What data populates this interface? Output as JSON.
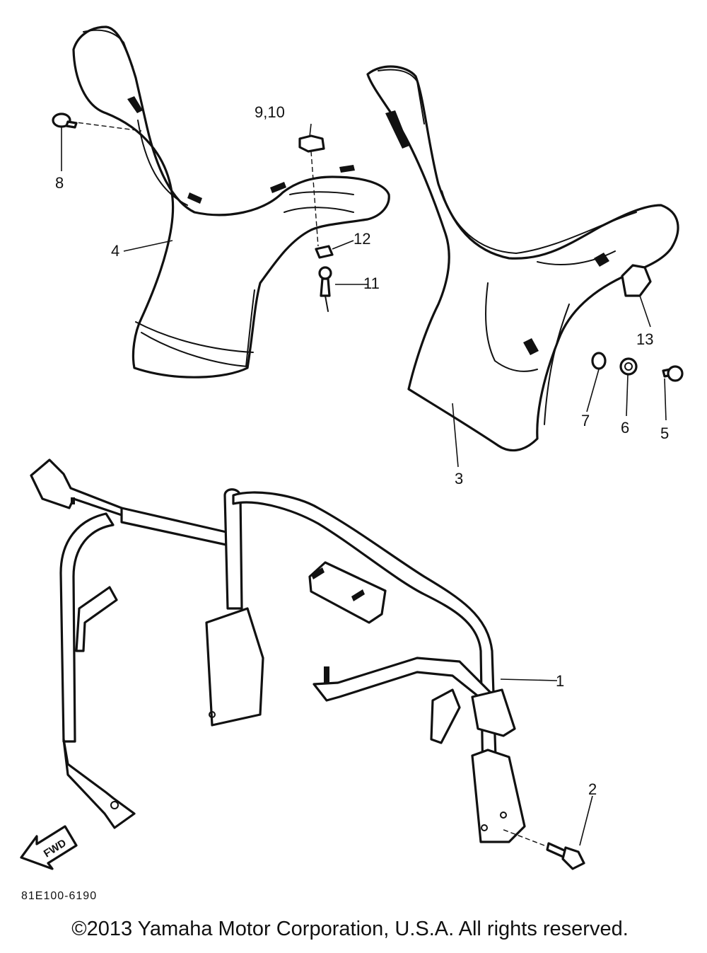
{
  "callouts": {
    "p1": "1",
    "p2": "2",
    "p3": "3",
    "p4": "4",
    "p5": "5",
    "p6": "6",
    "p7": "7",
    "p8": "8",
    "p9_10": "9,10",
    "p11": "11",
    "p12": "12",
    "p13": "13"
  },
  "fwd_label": "FWD",
  "drawing_code": "81E100-6190",
  "copyright": "©2013 Yamaha Motor Corporation, U.S.A. All rights reserved."
}
